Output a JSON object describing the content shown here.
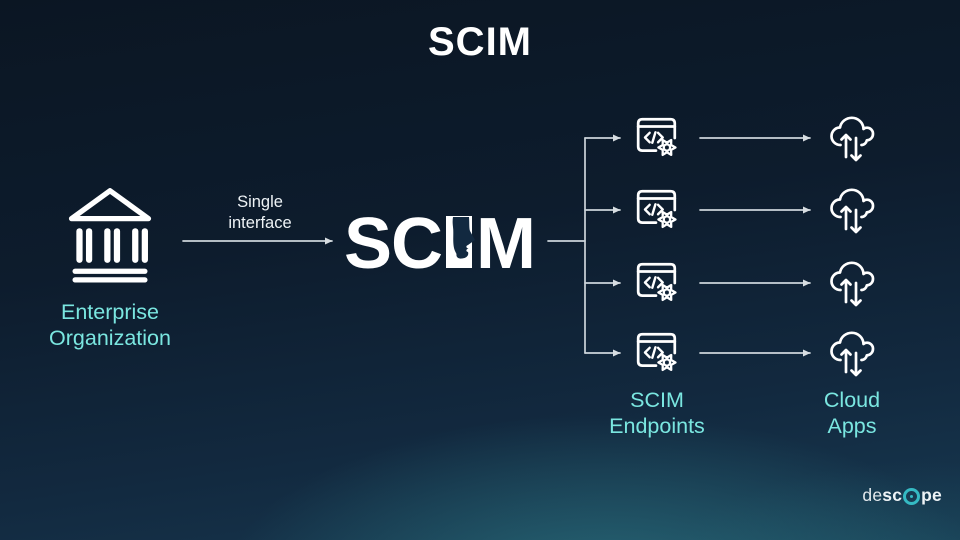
{
  "slide": {
    "title": "SCIM"
  },
  "left_node": {
    "label": "Enterprise Organization"
  },
  "flow": {
    "arrow_label": "Single interface"
  },
  "center_logo": {
    "left": "SC",
    "right": "M",
    "full": "SCIM"
  },
  "right_columns": {
    "endpoints_label": "SCIM Endpoints",
    "cloud_apps_label": "Cloud Apps",
    "endpoint_count": 4,
    "cloud_app_count": 4
  },
  "branding": {
    "part1": "de",
    "part2": "sc",
    "part3": "pe",
    "name": "descope"
  },
  "colors": {
    "accent_cyan": "#7ae6e0",
    "icon_white": "#ffffff",
    "background_top": "#0b1623",
    "background_teal_glow": "#2c7682",
    "brand_teal": "#35bac3"
  }
}
